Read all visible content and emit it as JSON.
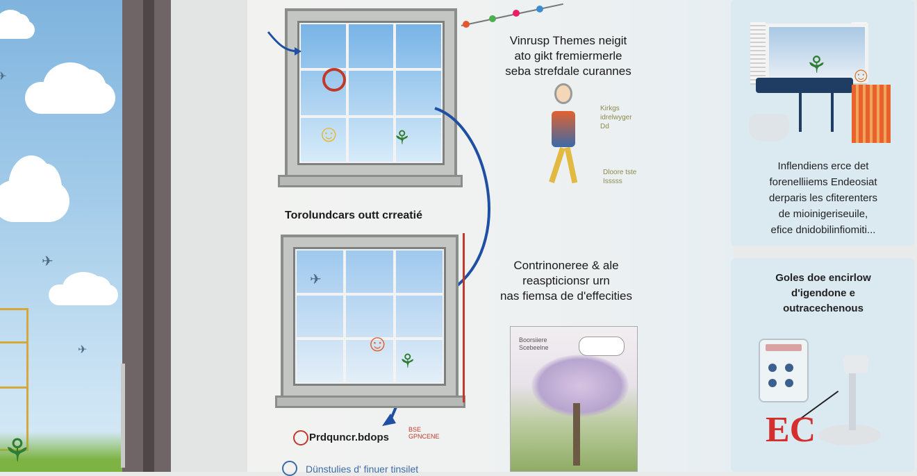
{
  "poster": {
    "heading_1": [
      "Vinrusp Themes neigit",
      "ato gikt fremiermerle",
      "seba strefdale curannes"
    ],
    "side_note_1": [
      "Kirkgs",
      "idrelwyger",
      "Dd"
    ],
    "side_note_2": [
      "Dloore tste",
      "Isssss"
    ],
    "heading_2": "Torolundcars outt crreatié",
    "heading_3": [
      "Contrinoneree & ale",
      "reaspticionsr urn",
      "nas fiemsa de d'effecities"
    ],
    "book_title": [
      "Boorsiiere",
      "Scebeelne"
    ],
    "footer_label": "Prdquncr.bdops",
    "footer_badge": [
      "BSE",
      "GPNCENE"
    ],
    "footer_bottom": "Dünstulies d' finuer tinsilet"
  },
  "right": {
    "top_text": [
      "Inflendiens erce det",
      "forenelliiems Endeosiat",
      "derparis les cfiterenters",
      "de mioinigeriseuile,",
      "efice dnidobilinfiomiti..."
    ],
    "bottom_text": [
      "Goles doe encirlow",
      "d'igendone e",
      "outracechenous"
    ],
    "mark": "EC"
  },
  "colors": {
    "sky": "#7fb4de",
    "frame": "#6f6566",
    "arrow": "#1f4fa3",
    "accent_red": "#d32f2f",
    "curtain": "#e8632c"
  }
}
